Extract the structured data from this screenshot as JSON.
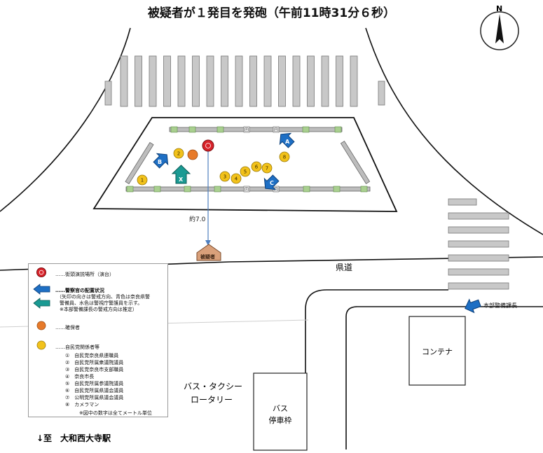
{
  "title": "被疑者が１発目を発砲（午前11時31分６秒）",
  "compass": {
    "label": "N",
    "icon": "north-arrow-icon"
  },
  "labels": {
    "distance": "約7.0",
    "suspect": "被疑者",
    "prefectural_road": "県道",
    "container": "コンテナ",
    "bus_taxi_line1": "バス・タクシー",
    "bus_taxi_line2": "ロータリー",
    "bus_stop_line1": "バス",
    "bus_stop_line2": "停車枠",
    "station": "↓至　大和西大寺駅",
    "hq_chief": "本部警備課長",
    "post_small": "回"
  },
  "officers": [
    {
      "id": "A",
      "color": "#1e6fc4"
    },
    {
      "id": "B",
      "color": "#1e6fc4"
    },
    {
      "id": "C",
      "color": "#1e6fc4"
    },
    {
      "id": "X",
      "color": "#1a9a93"
    }
  ],
  "persons": [
    {
      "n": "1"
    },
    {
      "n": "2"
    },
    {
      "n": "3"
    },
    {
      "n": "4"
    },
    {
      "n": "5"
    },
    {
      "n": "6"
    },
    {
      "n": "7"
    },
    {
      "n": "8"
    }
  ],
  "legend": {
    "speech_spot": "……街頭演説場所（演台）",
    "police_title": "……警察官の配置状況",
    "police_note1": "（矢印の向きは警戒方向、青色は奈良県警",
    "police_note2": "警備員、水色は警視庁警護員を示す。",
    "police_note3": "※本部警備課長の警戒方向は推定）",
    "arrestee": "……確保者",
    "party_title": "……自民党関係者等",
    "members": [
      "①　自民党奈良県連職員",
      "②　自民党所属衆議院議員",
      "③　自民党奈良市支部職員",
      "④　奈良市長",
      "⑤　自民党所属参議院議員",
      "⑥　自民党所属県議会議員",
      "⑦　公明党所属県議会議員",
      "⑧　カメラマン"
    ],
    "note": "※図中の数字は全てメートル単位"
  },
  "colors": {
    "speech_red": "#d8232a",
    "person_yellow": "#f2c21b",
    "arrestee_orange": "#e77a2a",
    "police_blue": "#1e6fc4",
    "police_teal": "#1a9a93",
    "suspect_tan": "#d9a07a",
    "stripe_gray": "#c8c8c8",
    "post_green": "#a9cf8f"
  }
}
